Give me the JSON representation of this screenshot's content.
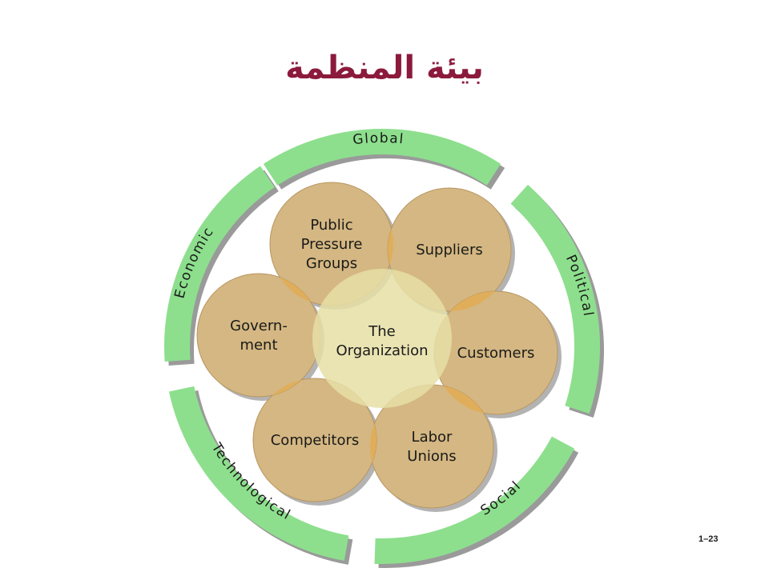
{
  "title": "بيئة المنظمة",
  "center_label": [
    "The",
    "Organization"
  ],
  "stakeholders": [
    {
      "key": "pressure",
      "lines": [
        "Public",
        "Pressure",
        "Groups"
      ]
    },
    {
      "key": "suppliers",
      "lines": [
        "Suppliers"
      ]
    },
    {
      "key": "customers",
      "lines": [
        "Customers"
      ]
    },
    {
      "key": "unions",
      "lines": [
        "Labor",
        "Unions"
      ]
    },
    {
      "key": "competitors",
      "lines": [
        "Competitors"
      ]
    },
    {
      "key": "government",
      "lines": [
        "Govern-",
        "ment"
      ]
    }
  ],
  "environment_forces": [
    {
      "key": "global",
      "label": "Global"
    },
    {
      "key": "political",
      "label": "Political"
    },
    {
      "key": "social",
      "label": "Social"
    },
    {
      "key": "technological",
      "label": "Technological"
    },
    {
      "key": "economic",
      "label": "Economic"
    }
  ],
  "page_number": "1–23",
  "colors": {
    "title": "#8b1a3c",
    "band": "#8ddf8d",
    "band_shadow": "#9a9a9a",
    "circle_fill": "#d4b782",
    "circle_stroke": "#b89560",
    "overlap": "#e0ae5a",
    "center_fill": "#e6dfa6",
    "text": "#1a1a1a"
  }
}
